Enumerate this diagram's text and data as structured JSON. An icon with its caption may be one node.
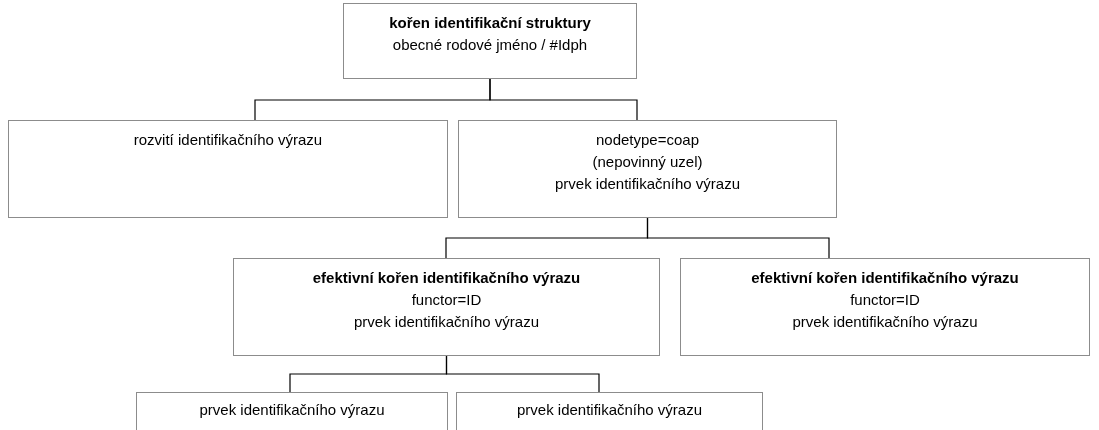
{
  "diagram": {
    "nodes": [
      {
        "text": [
          "kořen identifikační struktury",
          "obecné rodové jméno / #Idph"
        ]
      },
      {
        "text": [
          "rozvití identifikačního výrazu"
        ]
      },
      {
        "text": [
          "nodetype=coap",
          "(nepovinný uzel)",
          "prvek identifikačního výrazu"
        ]
      },
      {
        "text": [
          "efektivní kořen identifikačního výrazu",
          "functor=ID",
          "prvek identifikačního výrazu"
        ]
      },
      {
        "text": [
          "efektivní kořen identifikačního výrazu",
          "functor=ID",
          "prvek identifikačního výrazu"
        ]
      },
      {
        "text": [
          "prvek identifikačního výrazu"
        ]
      },
      {
        "text": [
          "prvek identifikačního výrazu"
        ]
      }
    ],
    "edges": [
      {
        "from": 0,
        "to": 1,
        "arrow": "none"
      },
      {
        "from": 0,
        "to": 2,
        "arrow": "none"
      },
      {
        "from": 2,
        "to": 3,
        "arrow": "none"
      },
      {
        "from": 2,
        "to": 4,
        "arrow": "none"
      },
      {
        "from": 3,
        "to": 5,
        "arrow": "none"
      },
      {
        "from": 3,
        "to": 6,
        "arrow": "none"
      }
    ]
  }
}
